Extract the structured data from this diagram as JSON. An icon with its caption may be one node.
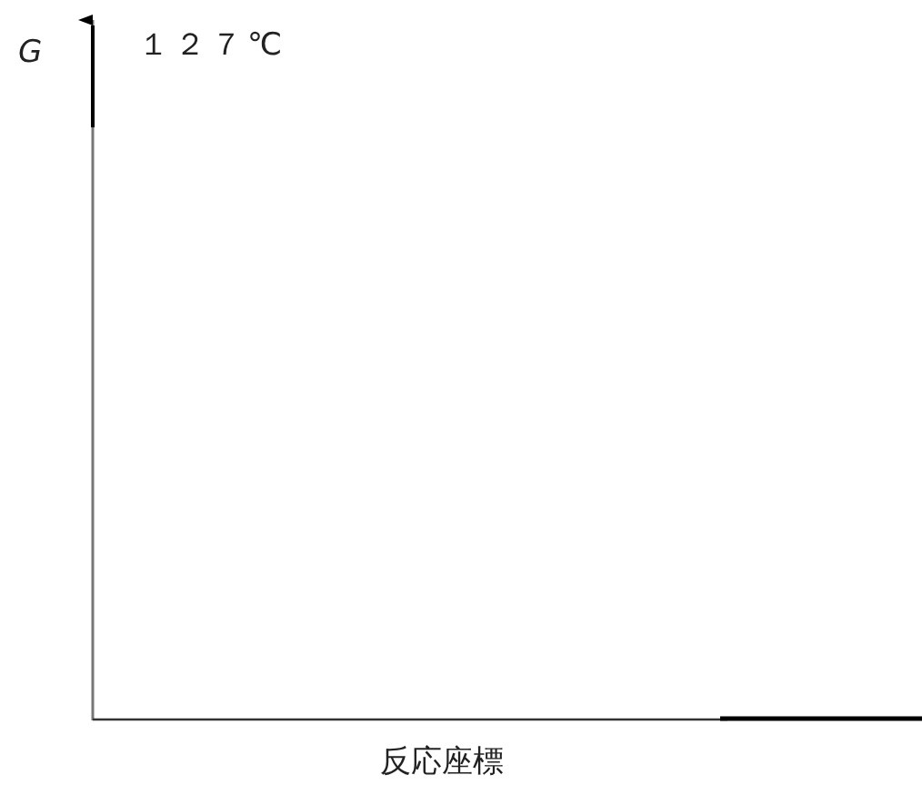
{
  "diagram": {
    "labels": [
      "G",
      "１２７℃",
      "反応座標"
    ]
  }
}
